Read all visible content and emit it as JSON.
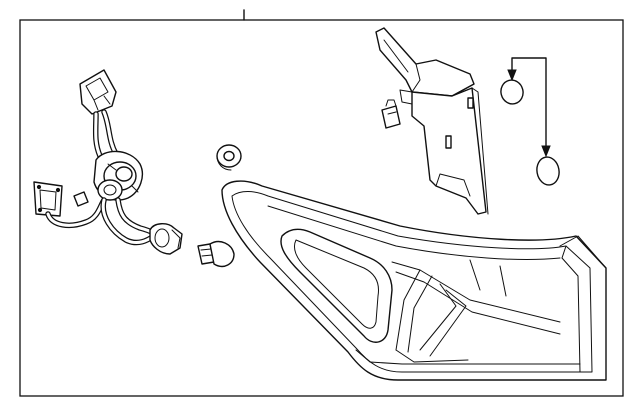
{
  "diagram": {
    "parts": [
      {
        "id": "tail-lamp-assembly",
        "icon": "tail-lamp-housing"
      },
      {
        "id": "wiring-harness",
        "icon": "socket-harness"
      },
      {
        "id": "bulb",
        "icon": "wedge-bulb"
      },
      {
        "id": "grommet",
        "icon": "rubber-grommet"
      },
      {
        "id": "mounting-bracket",
        "icon": "bracket"
      },
      {
        "id": "clip",
        "icon": "push-clip"
      },
      {
        "id": "cover-plugs",
        "icon": "round-plug"
      }
    ],
    "colors": {
      "line": "#111111",
      "background": "#ffffff",
      "frame": "#111111"
    }
  }
}
